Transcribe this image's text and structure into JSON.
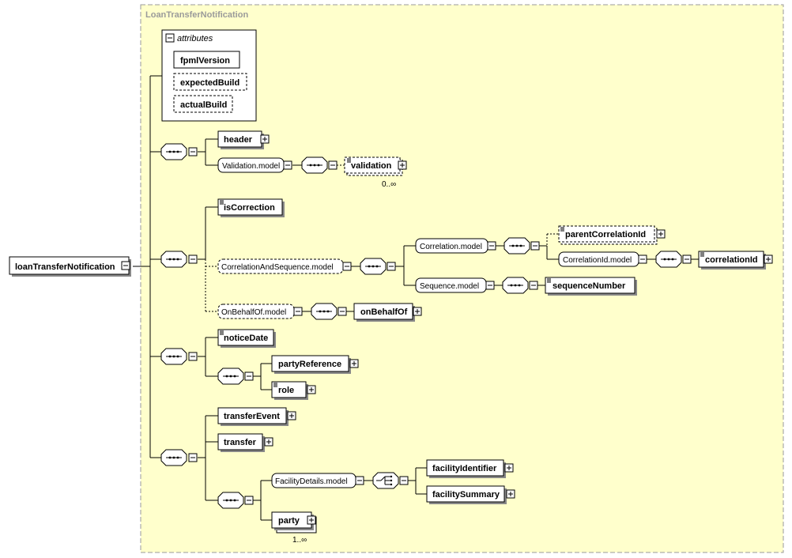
{
  "frame": {
    "title": "LoanTransferNotification"
  },
  "root": {
    "label": "loanTransferNotification"
  },
  "attributes": {
    "title": "attributes",
    "items": [
      "fpmlVersion",
      "expectedBuild",
      "actualBuild"
    ]
  },
  "elements": {
    "header": "header",
    "validation": "validation",
    "isCorrection": "isCorrection",
    "parentCorrelationId": "parentCorrelationId",
    "correlationId": "correlationId",
    "sequenceNumber": "sequenceNumber",
    "onBehalfOf": "onBehalfOf",
    "noticeDate": "noticeDate",
    "partyReference": "partyReference",
    "role": "role",
    "transferEvent": "transferEvent",
    "transfer": "transfer",
    "facilityIdentifier": "facilityIdentifier",
    "facilitySummary": "facilitySummary",
    "party": "party"
  },
  "groups": {
    "validationModel": "Validation.model",
    "correlationAndSequenceModel": "CorrelationAndSequence.model",
    "correlationModel": "Correlation.model",
    "correlationIdModel": "CorrelationId.model",
    "sequenceModel": "Sequence.model",
    "onBehalfOfModel": "OnBehalfOf.model",
    "facilityDetailsModel": "FacilityDetails.model"
  },
  "occurrences": {
    "validation": "0..∞",
    "party": "1..∞"
  }
}
